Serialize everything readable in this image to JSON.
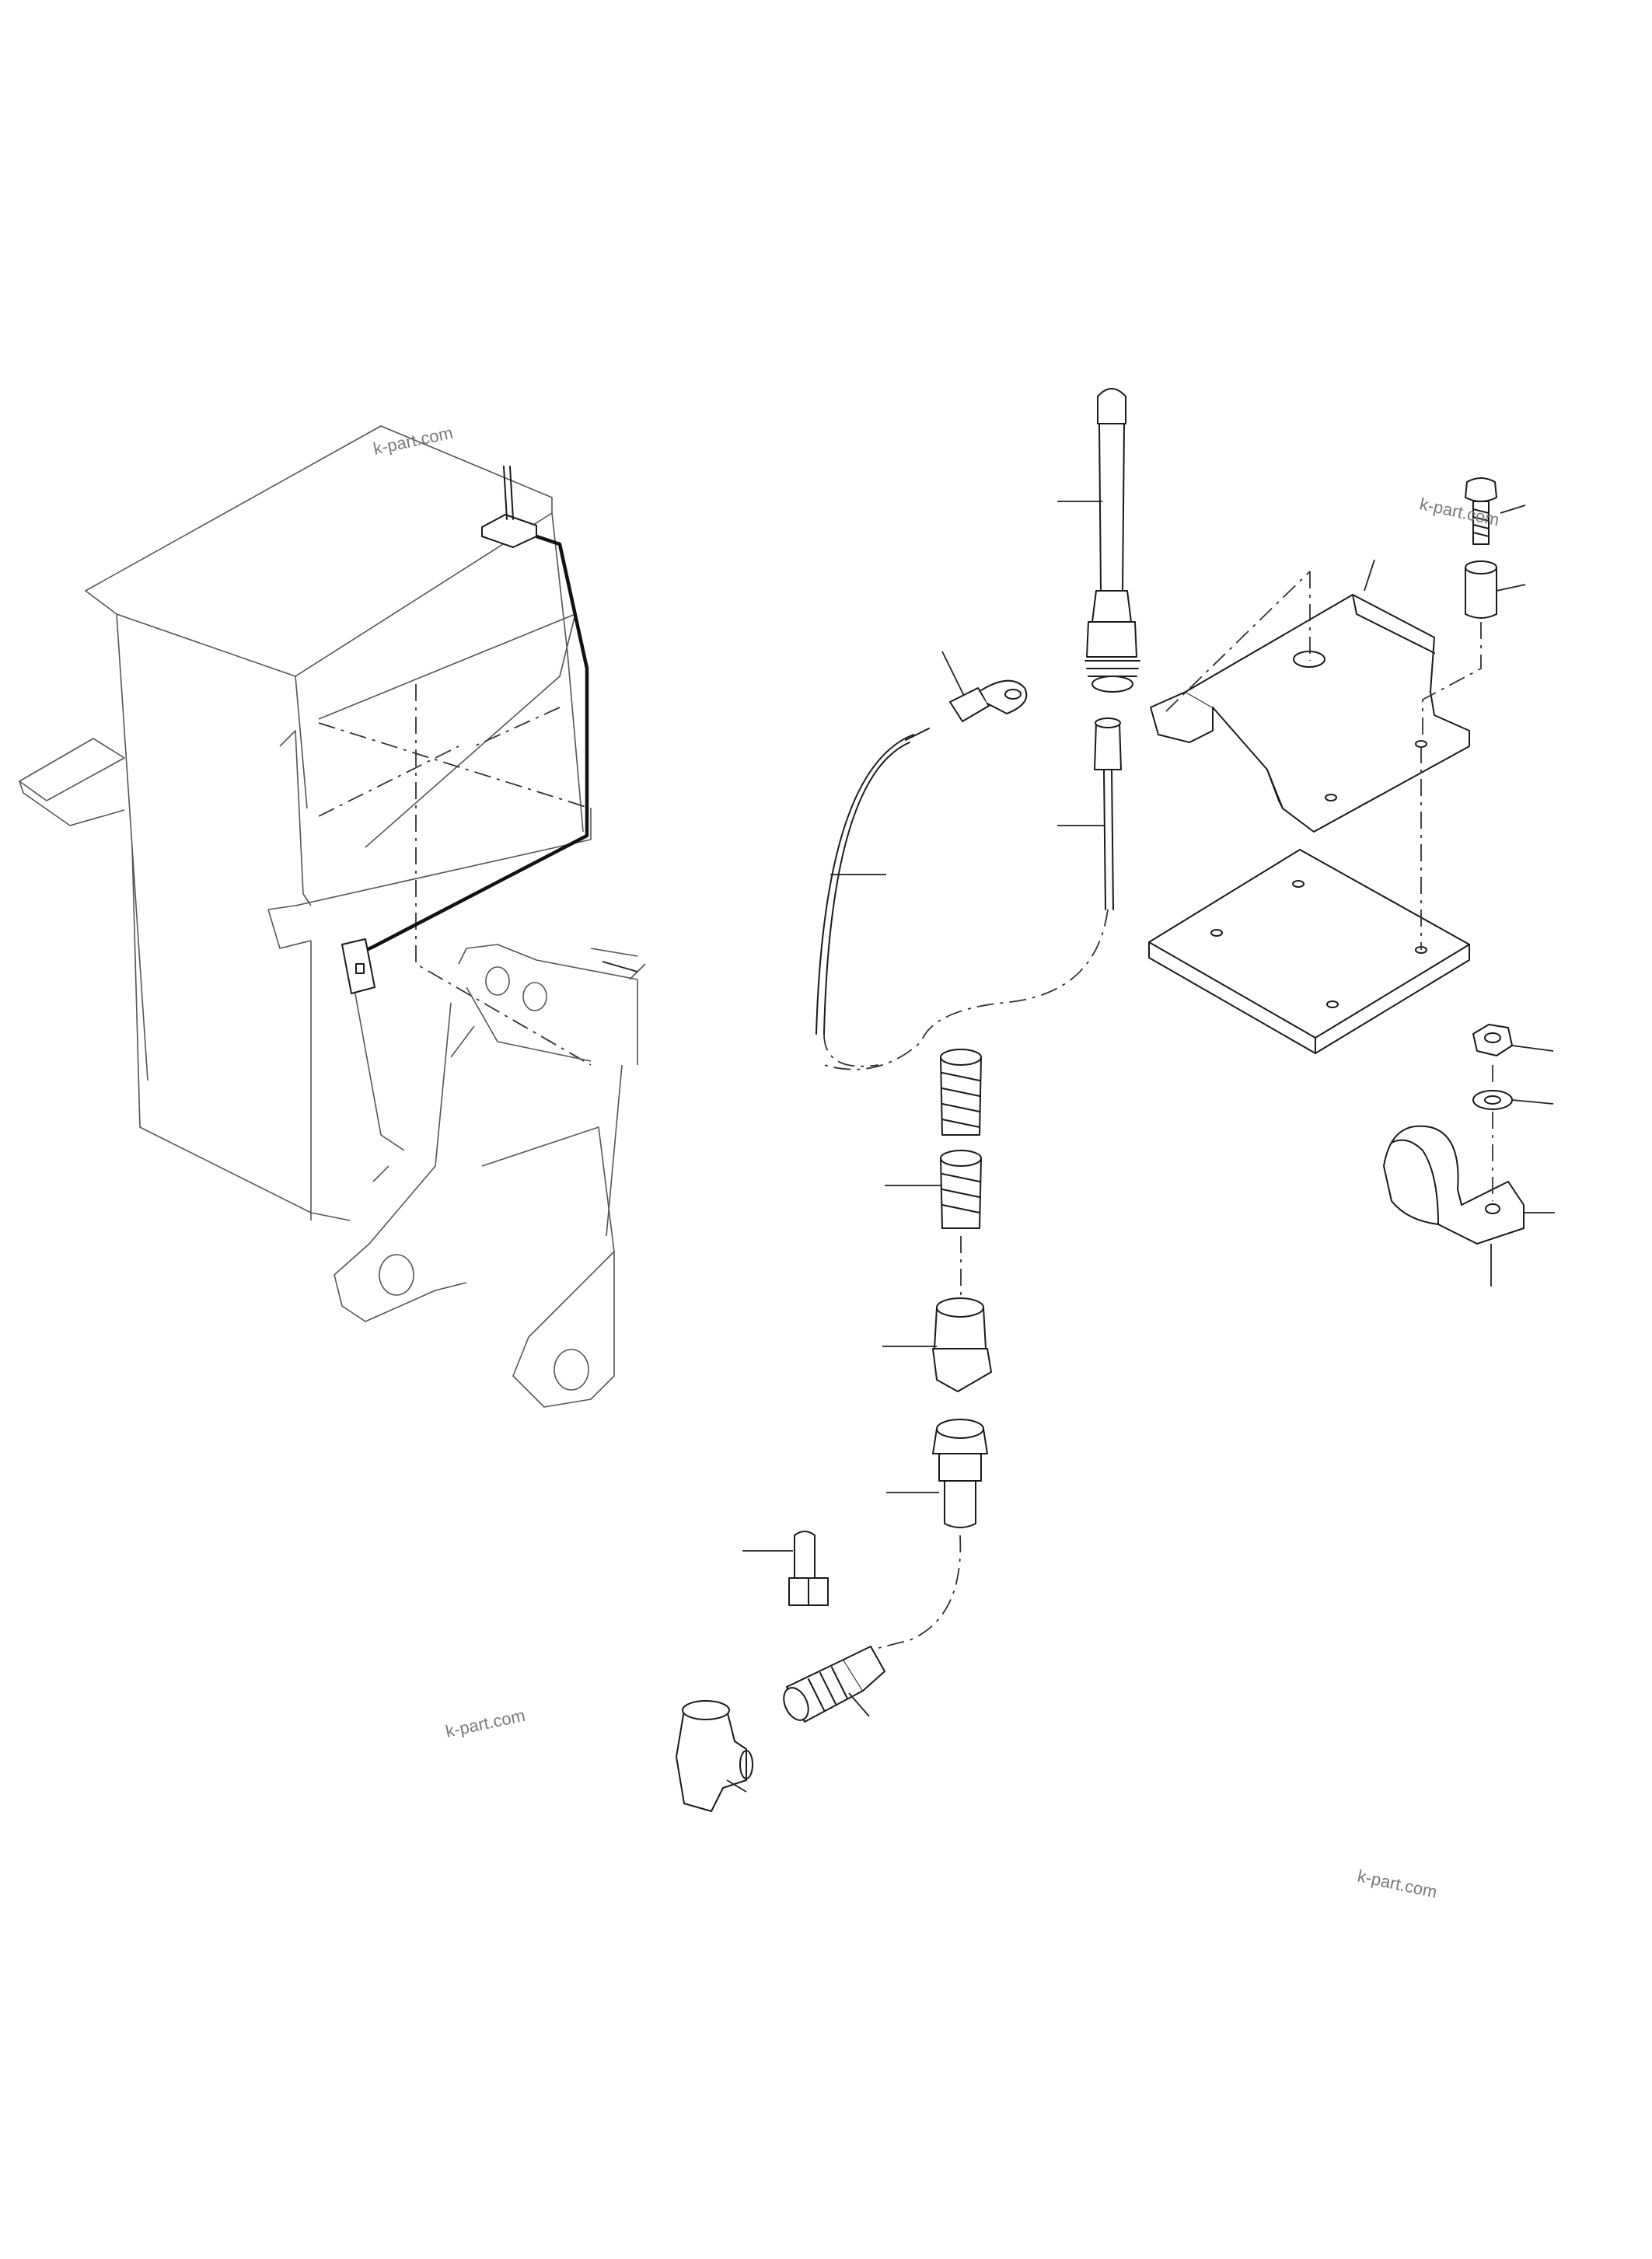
{
  "watermarks": [
    "k-part.com",
    "k-part.com",
    "k-part.com",
    "k-part.com"
  ],
  "colors": {
    "line": "#1a1a1a",
    "watermark": "#7a7a7a",
    "background": "#ffffff"
  }
}
